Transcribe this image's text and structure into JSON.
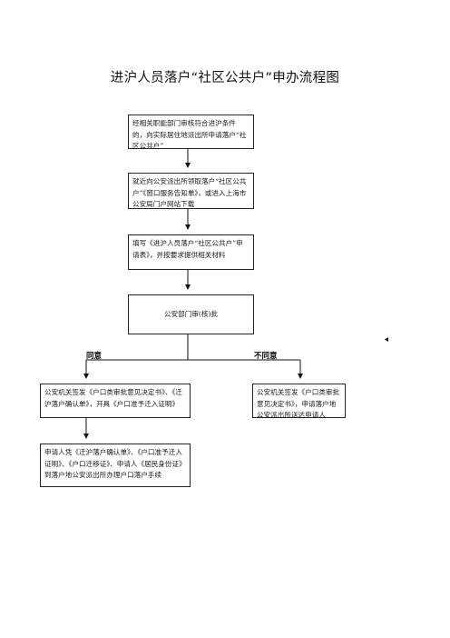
{
  "title": "进沪人员落户“社区公共户”申办流程图",
  "steps": {
    "step1": "经相关职能部门审核符合进沪条件的，向实际居住地派出所申请落户“社区公共户”",
    "step2": "就近向公安派出所领取落户“社区公共户”《窗口服务告知单》，或进入上海市公安局门户网站下载",
    "step3": "填写《进沪人员落户“社区公共户”申请表》，并按要求提供相关材料",
    "step4": "公安部门审(核)批",
    "approve_result": "公安机关签发《户口类审批意见决定书》、《迁沪落户确认单》，开具《户口准予迁入证明》",
    "reject_result": "公安机关签发《户口类审批意见决定书》，申请落户地公安派出所送达申请人",
    "step_final": "申请人凭《迁沪落户确认单》、《户口准予迁入证明》、《户口迁移证》、申请人《居民身份证》到落户地公安派出所办理户口落户手续"
  },
  "branches": {
    "approve": "同意",
    "reject": "不同意"
  }
}
